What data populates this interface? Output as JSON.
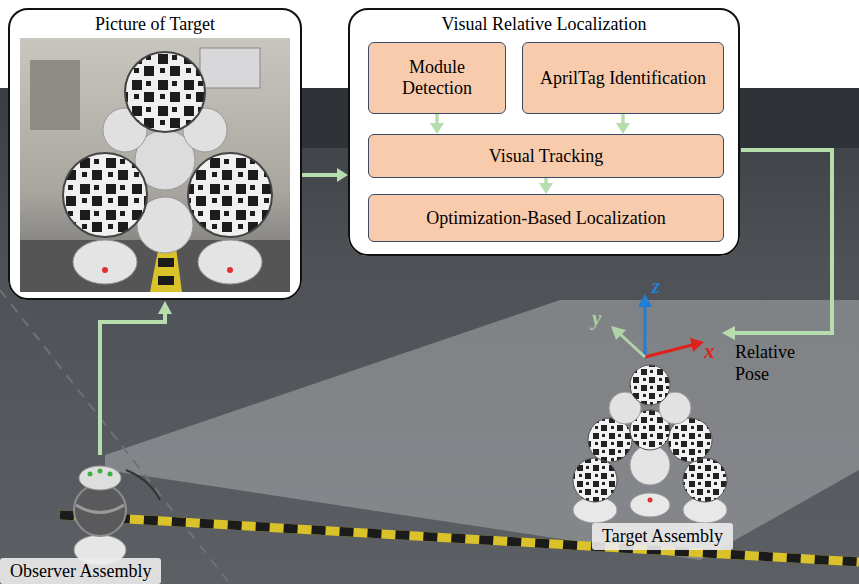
{
  "diagram": {
    "nodes": [
      {
        "text": [
          "Picture of Target"
        ]
      },
      {
        "text": [
          "Visual Relative Localization"
        ]
      },
      {
        "text": [
          "Module Detection"
        ],
        "in": 1
      },
      {
        "text": [
          "AprilTag Identification"
        ],
        "in": 1
      },
      {
        "text": [
          "Visual Tracking"
        ],
        "in": 1
      },
      {
        "text": [
          "Optimization-Based Localization"
        ],
        "in": 1
      },
      {
        "text": [
          "Observer Assembly"
        ]
      },
      {
        "text": [
          "Target Assembly"
        ]
      }
    ],
    "edges": [
      {
        "from": 0,
        "to": 1,
        "arrow": "to"
      },
      {
        "from": 2,
        "to": 4,
        "arrow": "to"
      },
      {
        "from": 3,
        "to": 4,
        "arrow": "to"
      },
      {
        "from": 4,
        "to": 5,
        "arrow": "to"
      }
    ],
    "labels": [
      "z",
      "y",
      "x",
      "Relative Pose"
    ]
  }
}
